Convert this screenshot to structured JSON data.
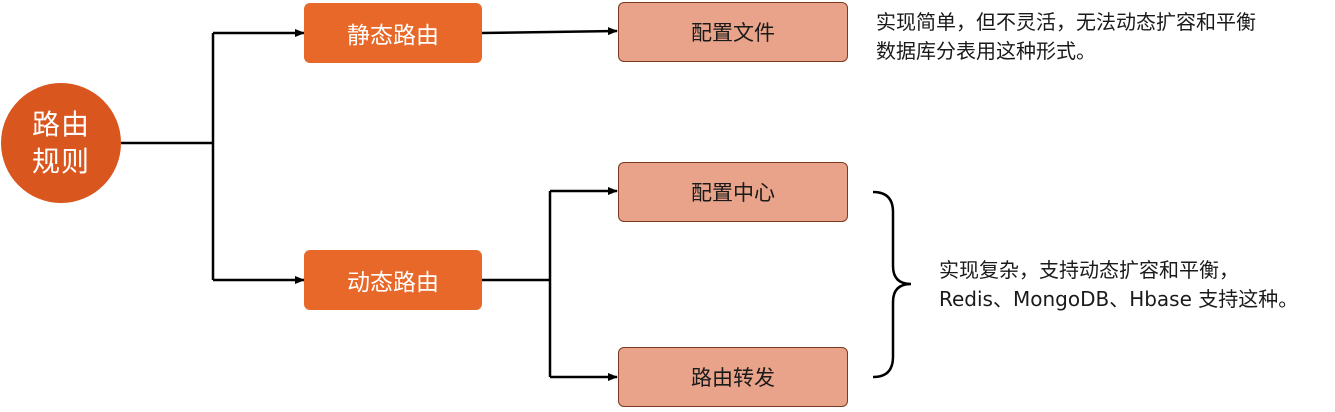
{
  "diagram": {
    "root": {
      "label": "路由规则"
    },
    "branches": [
      {
        "label": "静态路由",
        "children": [
          "配置文件"
        ],
        "note": "实现简单，但不灵活，无法动态扩容和平衡\n数据库分表用这种形式。"
      },
      {
        "label": "动态路由",
        "children": [
          "配置中心",
          "路由转发"
        ],
        "note": "实现复杂，支持动态扩容和平衡，\nRedis、MongoDB、Hbase 支持这种。"
      }
    ],
    "colors": {
      "root_fill": "#D9561F",
      "branch_fill": "#E8682A",
      "leaf_fill": "#E8A38A",
      "leaf_border": "#7A3B22",
      "line": "#000000"
    }
  }
}
